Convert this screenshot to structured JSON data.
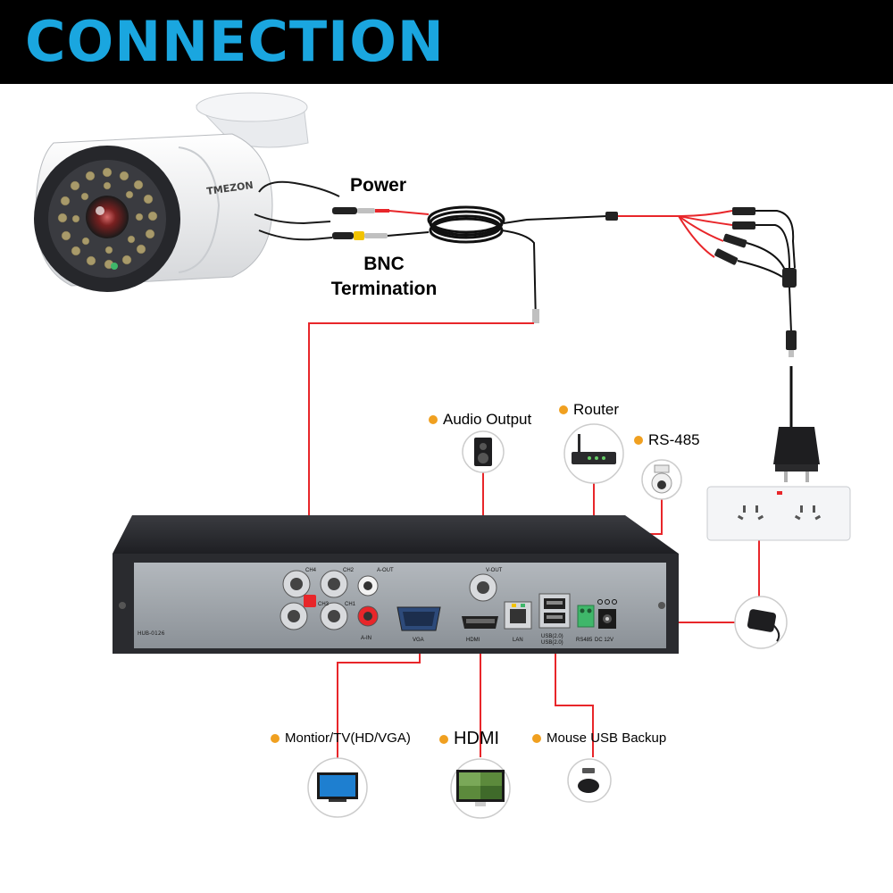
{
  "header": {
    "title": "CONNECTION"
  },
  "camera": {
    "brand": "TMEZON"
  },
  "labels": {
    "power": "Power",
    "bnc_line1": "BNC",
    "bnc_line2": "Termination",
    "audio_output": "Audio Output",
    "router": "Router",
    "rs485": "RS-485",
    "monitor": "Montior/TV(HD/VGA)",
    "hdmi": "HDMI",
    "mouse_usb": "Mouse USB Backup"
  },
  "dvr_ports": {
    "ch4": "CH4",
    "ch2": "CH2",
    "ch3": "CH3",
    "ch1": "CH1",
    "a_out": "A-OUT",
    "a_in": "A-IN",
    "v_out": "V-OUT",
    "vga": "VGA",
    "hdmi": "HDMI",
    "lan": "LAN",
    "usb1": "USB(2.0)",
    "usb2": "USB(2.0)",
    "rs485": "RS485",
    "dc12v": "DC 12V",
    "model": "HUB-0126"
  },
  "colors": {
    "accent": "#1aa6df",
    "wire_red": "#e8262a",
    "bullet": "#f0a020",
    "dvr_body": "#2e2f33",
    "dvr_panel": "#9aa0a6"
  }
}
